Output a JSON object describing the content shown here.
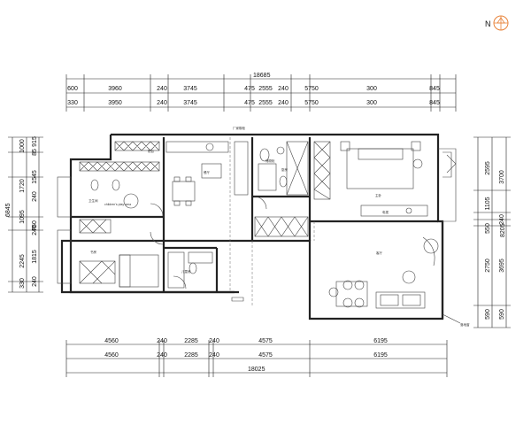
{
  "compass": {
    "label": "N"
  },
  "top_dims": {
    "total": "18685",
    "row1": [
      "600",
      "3960",
      "240",
      "3745",
      "475",
      "2555",
      "240",
      "5750",
      "300",
      "845"
    ],
    "row2": [
      "330",
      "3950",
      "240",
      "3745",
      "475",
      "2555",
      "240",
      "5750",
      "300",
      "845"
    ]
  },
  "bottom_dims": {
    "row1": [
      "4560",
      "240",
      "2285",
      "240",
      "4575",
      "6195"
    ],
    "row2": [
      "4560",
      "240",
      "2285",
      "240",
      "4575",
      "6195"
    ],
    "total": "18025"
  },
  "left_dims": {
    "total": "6845",
    "col1": [
      "1000",
      "1720",
      "1095",
      "2245",
      "330"
    ],
    "col2": [
      "915",
      "1545",
      "760",
      "1815"
    ],
    "col3": [
      "85",
      "240",
      "240",
      "240"
    ]
  },
  "right_dims": {
    "total": "8205",
    "col1": [
      "2595",
      "1105",
      "550",
      "2750",
      "590"
    ],
    "col2": [
      "3700",
      "240",
      "3695",
      "590"
    ]
  },
  "room_labels": {
    "entry": "厂家橱柜",
    "dining": "餐厅",
    "bath1": "卫生间",
    "kitchen": "厨房",
    "bedroom": "主卧",
    "living": "客厅",
    "study": "书房",
    "child": "儿童房",
    "balcony": "阳台",
    "play": "children's play area",
    "window": "落地窗",
    "cabinet": "储物柜",
    "tv": "电视"
  }
}
